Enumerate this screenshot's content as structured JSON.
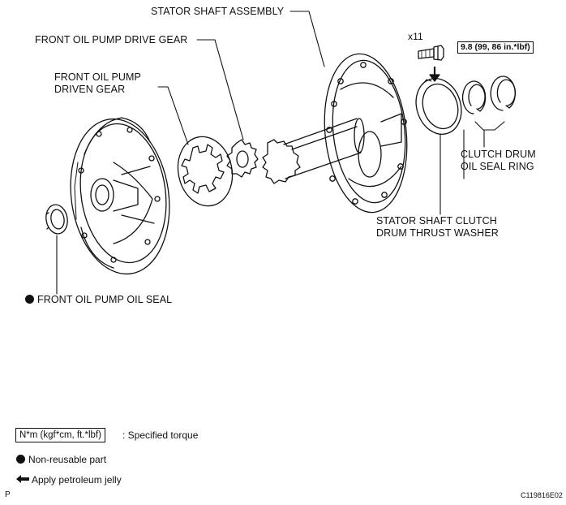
{
  "labels": {
    "stator_shaft_assembly": "STATOR SHAFT ASSEMBLY",
    "drive_gear": "FRONT OIL PUMP DRIVE GEAR",
    "driven_gear_line1": "FRONT OIL PUMP",
    "driven_gear_line2": "DRIVEN GEAR",
    "seal_ring_line1": "CLUTCH DRUM",
    "seal_ring_line2": "OIL SEAL RING",
    "washer_line1": "STATOR SHAFT CLUTCH",
    "washer_line2": "DRUM THRUST WASHER",
    "oil_seal": "FRONT OIL PUMP OIL SEAL",
    "bolt_count": "x11",
    "torque": "9.8 (99, 86 in.*lbf)"
  },
  "legend": {
    "torque_units": "N*m (kgf*cm, ft.*lbf)",
    "torque_desc": ": Specified torque",
    "non_reusable": "Non-reusable part",
    "jelly": "Apply petroleum jelly"
  },
  "footer": {
    "left": "P",
    "right": "C119816E02"
  },
  "icons": {
    "non_reusable": "filled-circle-icon",
    "jelly": "left-arrow-icon"
  }
}
